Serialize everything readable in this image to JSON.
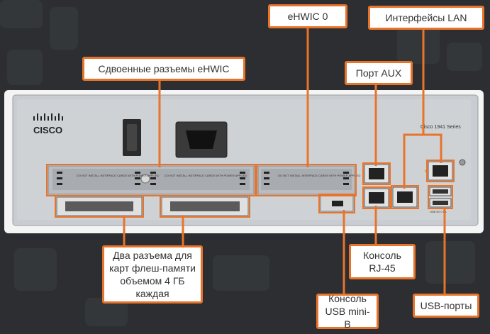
{
  "device": {
    "brand": "CISCO",
    "model_label": "Cisco 1941 Series",
    "slot_warning_text": "DO NOT INSTALL INTERFACE CARDS WITH POWER APPLIED",
    "usb_port_label": "USB 5V 0.5A"
  },
  "callouts": {
    "ehwic0": "eHWIC 0",
    "lan": "Интерфейсы LAN",
    "dual_ehwic": "Сдвоенные разъемы eHWIC",
    "aux": "Порт AUX",
    "flash": "Два разъема для\nкарт флеш-памяти\nобъемом 4 ГБ\nкаждая",
    "rj45": "Консоль\nRJ-45",
    "usb_mini": "Консоль\nUSB mini-B",
    "usb_ports": "USB-порты"
  },
  "colors": {
    "accent": "#e8742c",
    "background": "#2c2e31",
    "panel": "#c9ccd0"
  }
}
